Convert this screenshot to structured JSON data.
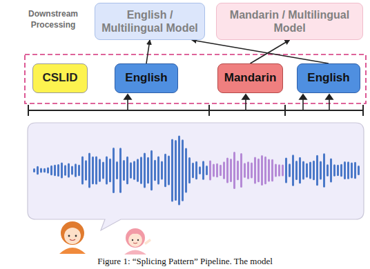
{
  "diagram": {
    "caption": "Figure 1: “Splicing Pattern” Pipeline. The model",
    "nodes": [
      {
        "text": [
          "English / Multilingual Model"
        ]
      },
      {
        "text": [
          "Mandarin / Multilingual Model"
        ]
      },
      {
        "text": [
          "CSLID"
        ]
      },
      {
        "text": [
          "English"
        ]
      },
      {
        "text": [
          "Mandarin"
        ]
      },
      {
        "text": [
          "English"
        ]
      }
    ],
    "edges": [
      {
        "from": 3,
        "to": 0,
        "arrow": "to"
      },
      {
        "from": 4,
        "to": 1,
        "arrow": "to"
      },
      {
        "from": 5,
        "to": 0,
        "arrow": "to"
      }
    ],
    "labels": [
      "Downstream Processing"
    ]
  }
}
